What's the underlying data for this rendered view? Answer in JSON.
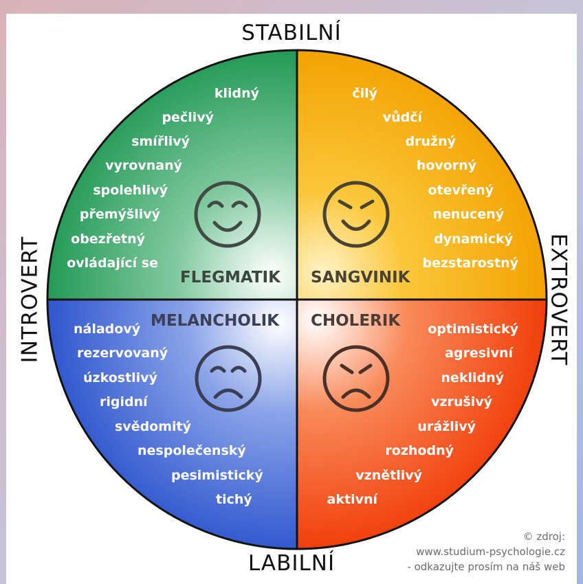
{
  "axes": {
    "top": "STABILNÍ",
    "bottom": "LABILNÍ",
    "left": "INTROVERT",
    "right": "EXTROVERT"
  },
  "quadrants": [
    {
      "name": "FLEGMATIK",
      "face": "calm-smile",
      "color": "#2e9e5b",
      "traits": [
        "klidný",
        "pečlivý",
        "smířlivý",
        "vyrovnaný",
        "spolehlivý",
        "přemýšlivý",
        "obezřetný",
        "ovládající se"
      ]
    },
    {
      "name": "SANGVINIK",
      "face": "cheeky-smile",
      "color": "#f5a300",
      "traits": [
        "čilý",
        "vůdčí",
        "družný",
        "hovorný",
        "otevřený",
        "nenucený",
        "dynamický",
        "bezstarostný"
      ]
    },
    {
      "name": "MELANCHOLIK",
      "face": "sad",
      "color": "#3a63d2",
      "traits": [
        "náladový",
        "rezervovaný",
        "úzkostlivý",
        "rigidní",
        "svědomitý",
        "nespolečenský",
        "pesimistický",
        "tichý"
      ]
    },
    {
      "name": "CHOLERIK",
      "face": "angry",
      "color": "#f24a12",
      "traits": [
        "optimistický",
        "agresivní",
        "neklidný",
        "vzrušivý",
        "urážlivý",
        "rozhodný",
        "vznětlivý",
        "aktivní"
      ]
    }
  ],
  "credit": {
    "line1": "© zdroj:",
    "line2": "www.studium-psychologie.cz",
    "line3": "- odkazujte prosím na náš web"
  }
}
